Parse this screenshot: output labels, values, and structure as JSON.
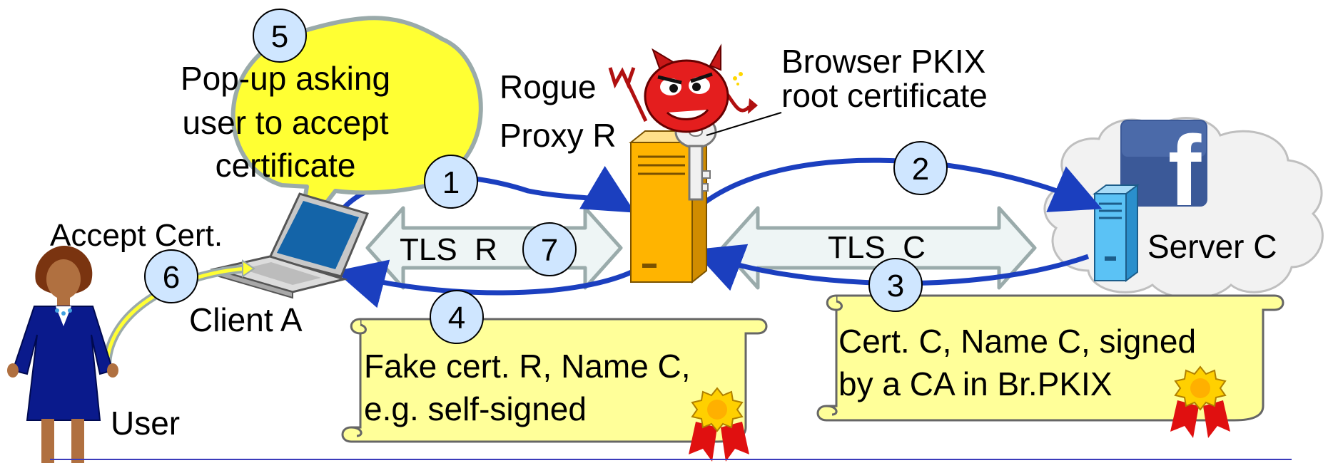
{
  "labels": {
    "popup_line1": "Pop-up asking",
    "popup_line2": "user to accept",
    "popup_line3": "certificate",
    "rogue_line1": "Rogue",
    "rogue_line2": "Proxy R",
    "root_line1": "Browser PKIX",
    "root_line2": "root certificate",
    "accept_cert": "Accept Cert.",
    "client": "Client A",
    "user": "User",
    "server": "Server C",
    "tls_r": "TLS  R",
    "tls_c": "TLS  C",
    "fake_line1": "Fake cert. R, Name C,",
    "fake_line2": "e.g. self-signed",
    "real_line1": "Cert. C, Name C, signed",
    "real_line2": "by a CA in Br.PKIX"
  },
  "steps": [
    "1",
    "2",
    "3",
    "4",
    "5",
    "6",
    "7"
  ],
  "icons": {
    "facebook_letter": "f"
  },
  "colors": {
    "arrow_blue": "#1b3fbf",
    "step_circle": "#cfe6ff",
    "popup_bubble": "#ffff33",
    "scroll_fill": "#ffff99",
    "server_orange": "#ffb400",
    "server_blue": "#5bc2f5",
    "tls_arrow_fill": "#eef5f5"
  }
}
